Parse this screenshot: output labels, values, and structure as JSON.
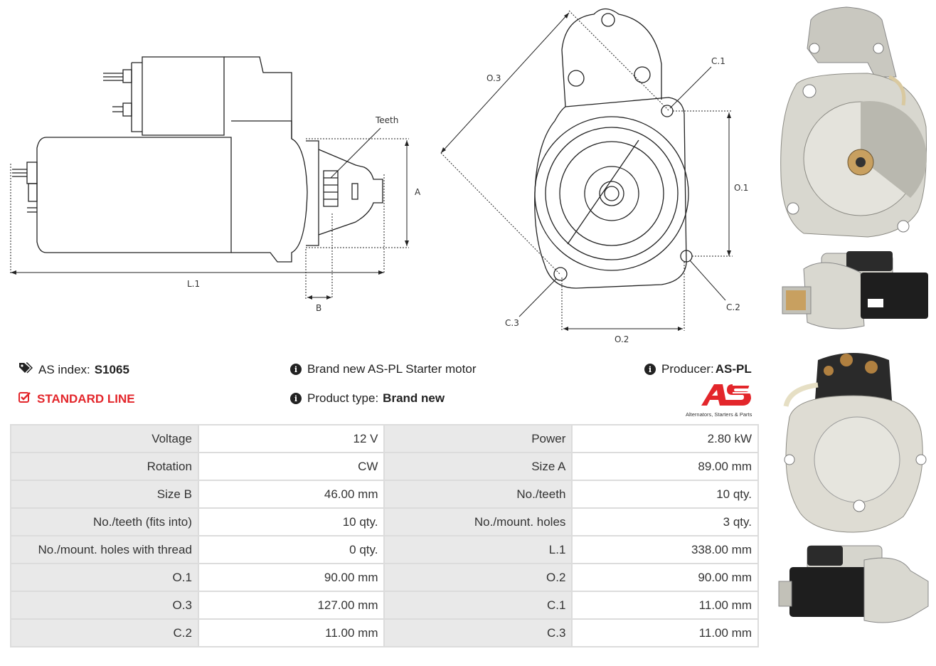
{
  "diagram": {
    "labels": {
      "teeth": "Teeth",
      "a": "A",
      "l1": "L.1",
      "b": "B",
      "o3": "O.3",
      "c1": "C.1",
      "o1": "O.1",
      "c2": "C.2",
      "c3": "C.3",
      "o2": "O.2"
    }
  },
  "info": {
    "as_index_label": "AS index:",
    "as_index_value": "S1065",
    "standard_line": "STANDARD LINE",
    "description": "Brand new AS-PL Starter motor",
    "product_type_label": "Product type:",
    "product_type_value": "Brand new",
    "producer_label": "Producer:",
    "producer_value": "AS-PL",
    "logo_tagline": "Alternators, Starters & Parts"
  },
  "specs": [
    [
      "Voltage",
      "12 V",
      "Power",
      "2.80 kW"
    ],
    [
      "Rotation",
      "CW",
      "Size A",
      "89.00 mm"
    ],
    [
      "Size B",
      "46.00 mm",
      "No./teeth",
      "10 qty."
    ],
    [
      "No./teeth (fits into)",
      "10 qty.",
      "No./mount. holes",
      "3 qty."
    ],
    [
      "No./mount. holes with thread",
      "0 qty.",
      "L.1",
      "338.00 mm"
    ],
    [
      "O.1",
      "90.00 mm",
      "O.2",
      "90.00 mm"
    ],
    [
      "O.3",
      "127.00 mm",
      "C.1",
      "11.00 mm"
    ],
    [
      "C.2",
      "11.00 mm",
      "C.3",
      "11.00 mm"
    ]
  ],
  "colors": {
    "accent": "#e3262b",
    "table_key_bg": "#e9e9e9",
    "table_border": "#dcdcdc"
  }
}
